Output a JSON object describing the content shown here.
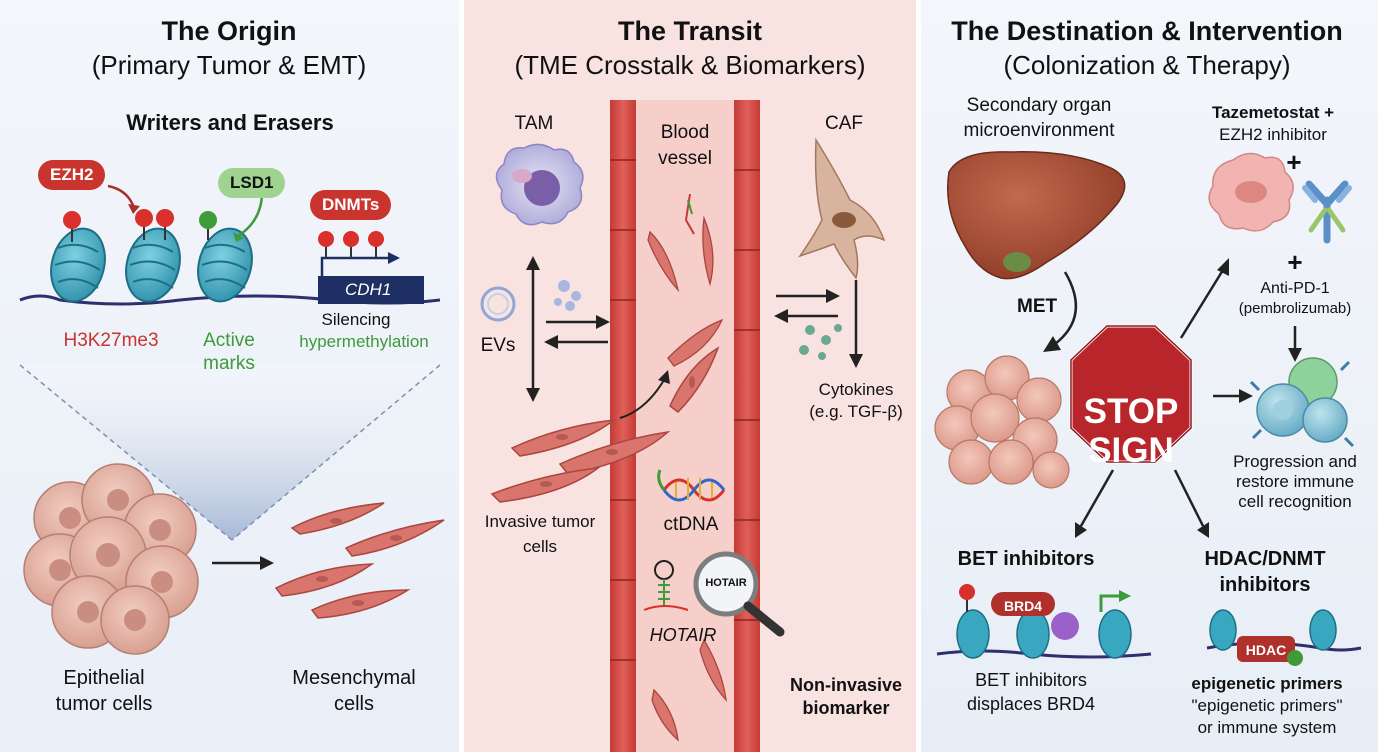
{
  "colors": {
    "histone": "#3aa7c0",
    "red_mark": "#d9302c",
    "green_mark": "#3e9a3a",
    "vessel_red": "#c53a35",
    "stop_red": "#b8262b",
    "navy": "#1e2f63",
    "liver": "#9a3f2a",
    "tumor": "#e6b5a8"
  },
  "panel1": {
    "title": "The Origin",
    "subtitle": "(Primary Tumor & EMT)",
    "heading": "Writers and Erasers",
    "ezh2": "EZH2",
    "lsd1": "LSD1",
    "dnmts": "DNMTs",
    "cdh1": "CDH1",
    "h3k27": "H3K27me3",
    "active_1": "Active",
    "active_2": "marks",
    "silencing": "Silencing",
    "hypermeth": "hypermethylation",
    "epi_1": "Epithelial",
    "epi_2": "tumor cells",
    "mes_1": "Mesenchymal",
    "mes_2": "cells"
  },
  "panel2": {
    "title": "The Transit",
    "subtitle": "(TME Crosstalk & Biomarkers)",
    "tam": "TAM",
    "blood_1": "Blood",
    "blood_2": "vessel",
    "caf": "CAF",
    "evs": "EVs",
    "cyt_1": "Cytokines",
    "cyt_2": "(e.g. TGF-β)",
    "inv_1": "Invasive tumor",
    "inv_2": "cells",
    "ctdna": "ctDNA",
    "hotair_lens": "HOTAIR",
    "hotair": "HOTAIR",
    "nonin_1": "Non-invasive",
    "nonin_2": "biomarker"
  },
  "panel3": {
    "title": "The Destination & Intervention",
    "subtitle": "(Colonization & Therapy)",
    "sec_1": "Secondary organ",
    "sec_2": "microenvironment",
    "taz_1": "Tazemetostat +",
    "taz_2": "EZH2 inhibitor",
    "plus_1": "+",
    "plus_2": "+",
    "pd1_1": "Anti-PD-1",
    "pd1_2": "(pembrolizumab)",
    "met": "MET",
    "stop_1": "STOP",
    "stop_2": "SIGN",
    "prog_1": "Progression and",
    "prog_2": "restore immune",
    "prog_3": "cell recognition",
    "bet": "BET inhibitors",
    "brd4": "BRD4",
    "bet_d1": "BET inhibitors",
    "bet_d2": "displaces BRD4",
    "hdac_1": "HDAC/DNMT",
    "hdac_2": "inhibitors",
    "hdac_tag": "HDAC",
    "ep_1": "epigenetic primers",
    "ep_2": "\"epigenetic primers\"",
    "ep_3": "or immune system"
  }
}
